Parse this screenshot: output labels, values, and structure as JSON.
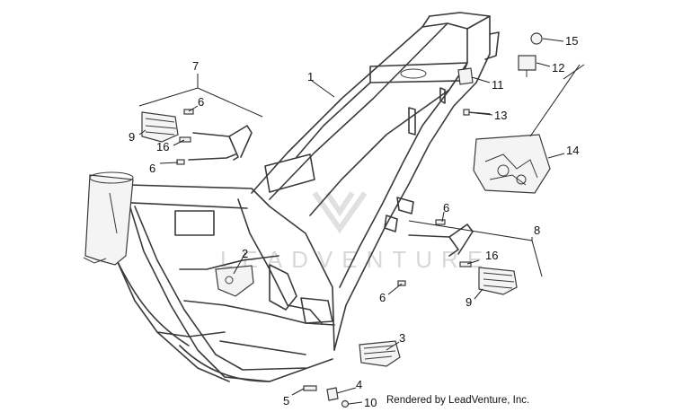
{
  "diagram": {
    "callouts": [
      {
        "id": "1",
        "label": "1"
      },
      {
        "id": "2",
        "label": "2"
      },
      {
        "id": "3",
        "label": "3"
      },
      {
        "id": "4",
        "label": "4"
      },
      {
        "id": "5",
        "label": "5"
      },
      {
        "id": "6a",
        "label": "6"
      },
      {
        "id": "6b",
        "label": "6"
      },
      {
        "id": "6c",
        "label": "6"
      },
      {
        "id": "6d",
        "label": "6"
      },
      {
        "id": "7",
        "label": "7"
      },
      {
        "id": "8",
        "label": "8"
      },
      {
        "id": "9a",
        "label": "9"
      },
      {
        "id": "9b",
        "label": "9"
      },
      {
        "id": "10",
        "label": "10"
      },
      {
        "id": "11",
        "label": "11"
      },
      {
        "id": "12",
        "label": "12"
      },
      {
        "id": "13",
        "label": "13"
      },
      {
        "id": "14",
        "label": "14"
      },
      {
        "id": "15",
        "label": "15"
      },
      {
        "id": "16a",
        "label": "16"
      },
      {
        "id": "16b",
        "label": "16"
      }
    ],
    "credit": "Rendered by LeadVenture, Inc.",
    "watermark": "LEADVENTURE"
  }
}
